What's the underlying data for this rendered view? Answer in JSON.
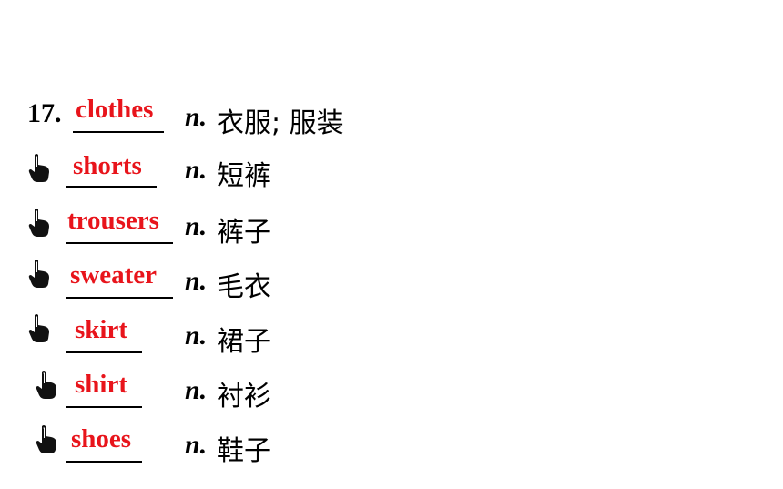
{
  "items": [
    {
      "prefix": "17.",
      "answer": "clothes",
      "pos": "n.",
      "meaning": "衣服; 服装"
    },
    {
      "prefix": "",
      "answer": "shorts",
      "pos": "n.",
      "meaning": "短裤"
    },
    {
      "prefix": "",
      "answer": "trousers",
      "pos": "n.",
      "meaning": "裤子"
    },
    {
      "prefix": "",
      "answer": "sweater",
      "pos": "n.",
      "meaning": "毛衣"
    },
    {
      "prefix": "",
      "answer": "skirt",
      "pos": "n.",
      "meaning": "裙子"
    },
    {
      "prefix": "",
      "answer": "shirt",
      "pos": "n.",
      "meaning": "衬衫"
    },
    {
      "prefix": "",
      "answer": "shoes",
      "pos": "n.",
      "meaning": "鞋子"
    }
  ],
  "icons": {
    "bullet": "pointing-hand-icon"
  },
  "colors": {
    "answer": "#e8141b",
    "text": "#000000"
  }
}
